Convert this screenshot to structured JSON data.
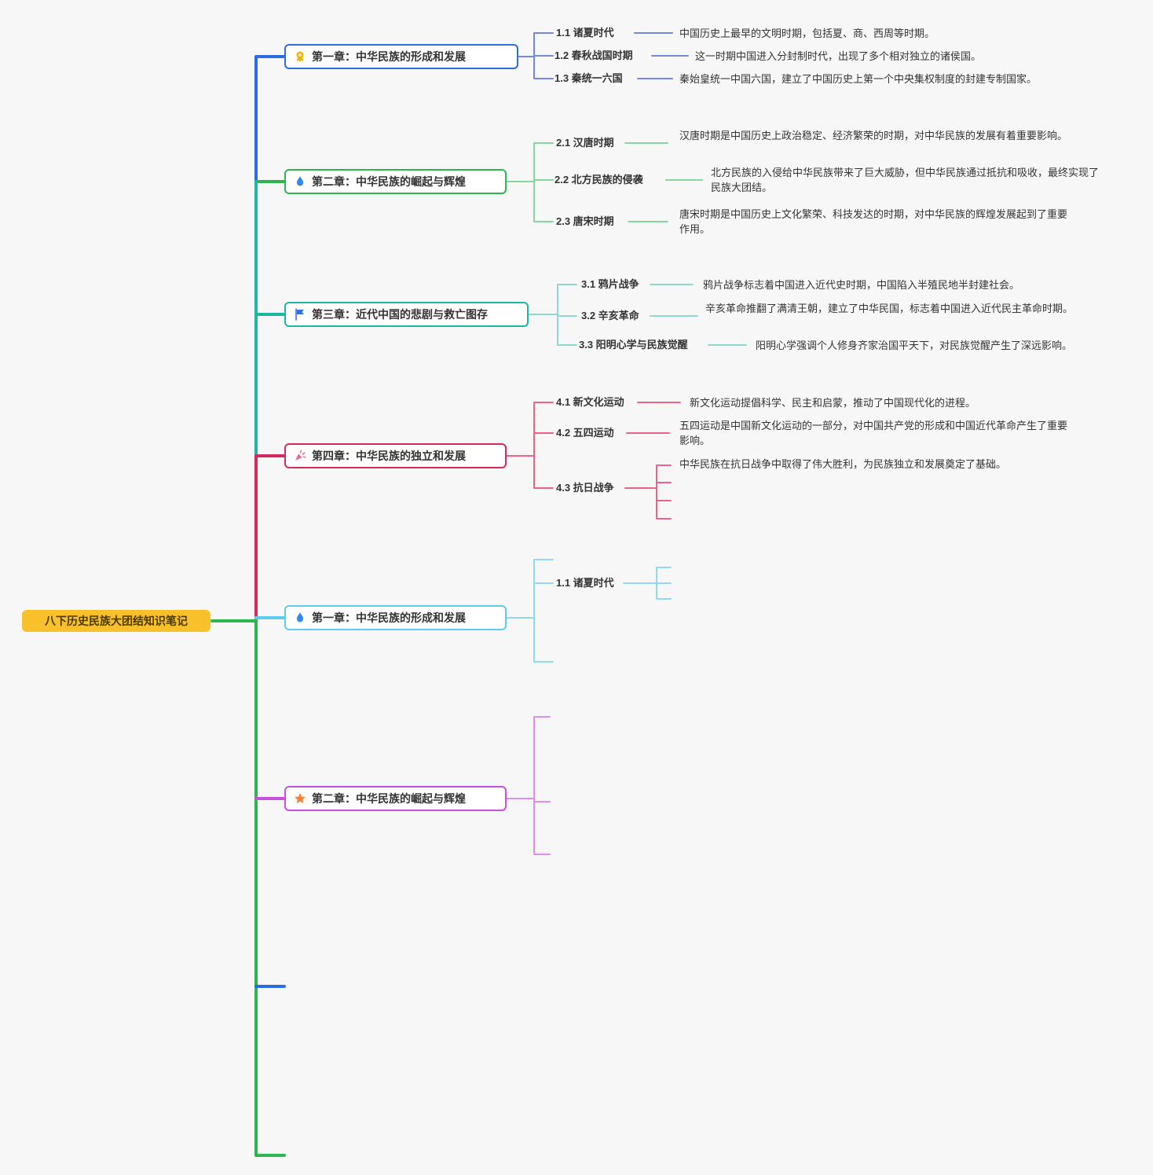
{
  "root": {
    "label": "八下历史民族大团结知识笔记"
  },
  "branches": [
    {
      "label": "第一章：中华民族的形成和发展",
      "icon": "medal-icon",
      "topics": [
        {
          "label": "1.1 诸夏时代",
          "desc": "中国历史上最早的文明时期，包括夏、商、西周等时期。"
        },
        {
          "label": "1.2 春秋战国时期",
          "desc": "这一时期中国进入分封制时代，出现了多个相对独立的诸侯国。"
        },
        {
          "label": "1.3 秦统一六国",
          "desc": "秦始皇统一中国六国，建立了中国历史上第一个中央集权制度的封建专制国家。"
        }
      ]
    },
    {
      "label": "第二章：中华民族的崛起与辉煌",
      "icon": "flame-icon",
      "topics": [
        {
          "label": "2.1 汉唐时期",
          "desc": "汉唐时期是中国历史上政治稳定、经济繁荣的时期，对中华民族的发展有着重要影响。"
        },
        {
          "label": "2.2 北方民族的侵袭",
          "desc": "北方民族的入侵给中华民族带来了巨大威胁，但中华民族通过抵抗和吸收，最终实现了民族大团结。"
        },
        {
          "label": "2.3 唐宋时期",
          "desc": "唐宋时期是中国历史上文化繁荣、科技发达的时期，对中华民族的辉煌发展起到了重要作用。"
        }
      ]
    },
    {
      "label": "第三章：近代中国的悲剧与救亡图存",
      "icon": "flag-icon",
      "topics": [
        {
          "label": "3.1 鸦片战争",
          "desc": "鸦片战争标志着中国进入近代史时期，中国陷入半殖民地半封建社会。"
        },
        {
          "label": "3.2 辛亥革命",
          "desc": "辛亥革命推翻了满清王朝，建立了中华民国，标志着中国进入近代民主革命时期。"
        },
        {
          "label": "3.3 阳明心学与民族觉醒",
          "desc": "阳明心学强调个人修身齐家治国平天下，对民族觉醒产生了深远影响。"
        }
      ]
    },
    {
      "label": "第四章：中华民族的独立和发展",
      "icon": "celebration-icon",
      "topics": [
        {
          "label": "4.1 新文化运动",
          "desc": "新文化运动提倡科学、民主和启蒙，推动了中国现代化的进程。"
        },
        {
          "label": "4.2 五四运动",
          "desc": "五四运动是中国新文化运动的一部分，对中国共产党的形成和中国近代革命产生了重要影响。"
        },
        {
          "label": "4.3 抗日战争",
          "desc": "中华民族在抗日战争中取得了伟大胜利，为民族独立和发展奠定了基础。"
        }
      ]
    },
    {
      "label": "第一章：中华民族的形成和发展",
      "icon": "flame-icon",
      "topics": [
        {
          "label": "1.1 诸夏时代",
          "desc": ""
        }
      ]
    },
    {
      "label": "第二章：中华民族的崛起与辉煌",
      "icon": "star-icon",
      "topics": []
    }
  ],
  "colors": {
    "blue": "#2b6be4",
    "green": "#2db54e",
    "teal": "#1db5a3",
    "crimson": "#d42a5b",
    "cyan": "#5fc9ee",
    "magenta": "#c94fe0",
    "blue_light": "#7289de",
    "green_light": "#86d6a3",
    "teal_light": "#8fd8cd",
    "pink": "#ec6288",
    "cyan_light": "#8ed9f4",
    "magenta_light": "#dd8df0",
    "root_bg": "#f8c12c",
    "icon_medal": "#f5b301",
    "icon_flame": "#2f88ff",
    "icon_flag": "#2f6fed",
    "icon_celebration": "#f06292",
    "icon_star": "#f5823b"
  }
}
